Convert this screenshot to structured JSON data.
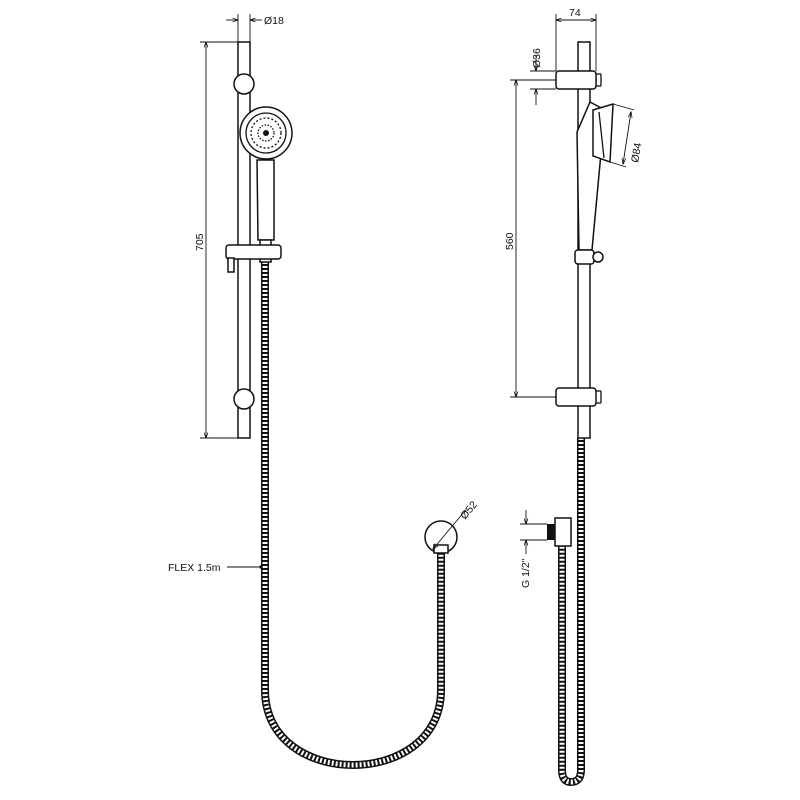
{
  "labels": {
    "rail_diameter": "Ø18",
    "rail_length": "705",
    "head_depth": "74",
    "bracket_diameter": "Ø36",
    "head_diameter": "Ø84",
    "bracket_spacing": "560",
    "outlet_diameter": "Ø52",
    "hose": "FLEX 1.5m",
    "thread": "G 1/2\""
  }
}
